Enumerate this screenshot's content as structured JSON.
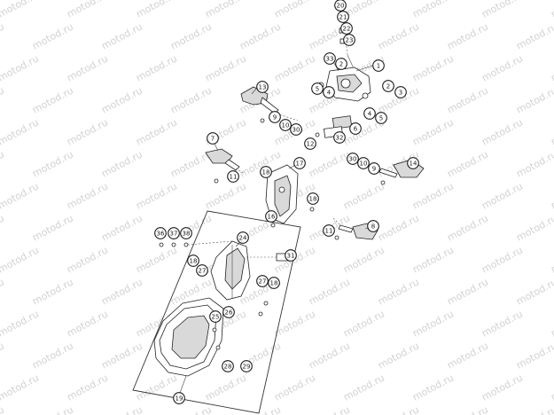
{
  "watermark": "motod.ru",
  "callouts": [
    {
      "id": "20",
      "label": "20"
    },
    {
      "id": "21",
      "label": "21"
    },
    {
      "id": "22",
      "label": "22"
    },
    {
      "id": "23",
      "label": "23"
    },
    {
      "id": "33",
      "label": "33"
    },
    {
      "id": "1",
      "label": "1"
    },
    {
      "id": "2a",
      "label": "2"
    },
    {
      "id": "5a",
      "label": "5"
    },
    {
      "id": "4a",
      "label": "4"
    },
    {
      "id": "2b",
      "label": "2"
    },
    {
      "id": "3",
      "label": "3"
    },
    {
      "id": "13",
      "label": "13"
    },
    {
      "id": "9a",
      "label": "9"
    },
    {
      "id": "10a",
      "label": "10"
    },
    {
      "id": "30a",
      "label": "30"
    },
    {
      "id": "4b",
      "label": "4"
    },
    {
      "id": "5b",
      "label": "5"
    },
    {
      "id": "6",
      "label": "6"
    },
    {
      "id": "12",
      "label": "12"
    },
    {
      "id": "32",
      "label": "32"
    },
    {
      "id": "7",
      "label": "7"
    },
    {
      "id": "11a",
      "label": "11"
    },
    {
      "id": "17",
      "label": "17"
    },
    {
      "id": "30b",
      "label": "30"
    },
    {
      "id": "10b",
      "label": "10"
    },
    {
      "id": "9b",
      "label": "9"
    },
    {
      "id": "14",
      "label": "14"
    },
    {
      "id": "18a",
      "label": "18"
    },
    {
      "id": "18b",
      "label": "18"
    },
    {
      "id": "16",
      "label": "16"
    },
    {
      "id": "8",
      "label": "8"
    },
    {
      "id": "11b",
      "label": "11"
    },
    {
      "id": "36",
      "label": "36"
    },
    {
      "id": "37",
      "label": "37"
    },
    {
      "id": "38",
      "label": "38"
    },
    {
      "id": "24",
      "label": "24"
    },
    {
      "id": "31",
      "label": "31"
    },
    {
      "id": "18c",
      "label": "18"
    },
    {
      "id": "27a",
      "label": "27"
    },
    {
      "id": "27b",
      "label": "27"
    },
    {
      "id": "18d",
      "label": "18"
    },
    {
      "id": "26",
      "label": "26"
    },
    {
      "id": "25",
      "label": "25"
    },
    {
      "id": "28",
      "label": "28"
    },
    {
      "id": "29",
      "label": "29"
    },
    {
      "id": "19",
      "label": "19"
    }
  ]
}
